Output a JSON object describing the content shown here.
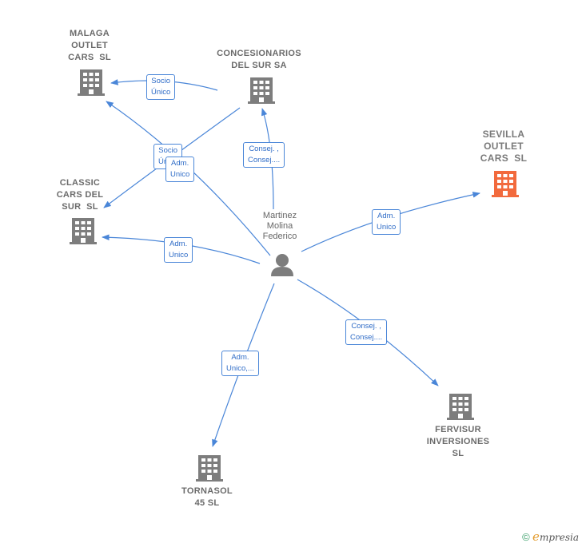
{
  "nodes": {
    "malaga": {
      "lines": [
        "MALAGA",
        "OUTLET",
        "CARS  SL"
      ]
    },
    "concesionarios": {
      "lines": [
        "CONCESIONARIOS",
        "DEL SUR SA"
      ]
    },
    "sevilla": {
      "lines": [
        "SEVILLA",
        "OUTLET",
        "CARS  SL"
      ]
    },
    "classic": {
      "lines": [
        "CLASSIC",
        "CARS DEL",
        "SUR  SL"
      ]
    },
    "person": {
      "lines": [
        "Martinez",
        "Molina",
        "Federico"
      ]
    },
    "fervisur": {
      "lines": [
        "FERVISUR",
        "INVERSIONES",
        "SL"
      ]
    },
    "tornasol": {
      "lines": [
        "TORNASOL",
        "45 SL"
      ]
    }
  },
  "edges": {
    "socio_unico_1": {
      "lines": [
        "Socio",
        "Único"
      ]
    },
    "socio_unico_2": {
      "lines": [
        "Socio",
        "Único"
      ]
    },
    "adm_unico_1": {
      "lines": [
        "Adm.",
        "Unico"
      ]
    },
    "consej_conc": {
      "lines": [
        "Consej. ,",
        "Consej...."
      ]
    },
    "adm_unico_sevilla": {
      "lines": [
        "Adm.",
        "Unico"
      ]
    },
    "adm_unico_classic": {
      "lines": [
        "Adm.",
        "Unico"
      ]
    },
    "consej_fervisur": {
      "lines": [
        "Consej. ,",
        "Consej...."
      ]
    },
    "adm_unico_tornasol": {
      "lines": [
        "Adm.",
        "Unico,..."
      ]
    }
  },
  "colors": {
    "edge": "#4a86d8",
    "building": "#7d7d7d",
    "highlight": "#f26a3d",
    "person": "#7d7d7d"
  },
  "brand": {
    "copyright": "©",
    "e": "e",
    "rest": "mpresia"
  }
}
